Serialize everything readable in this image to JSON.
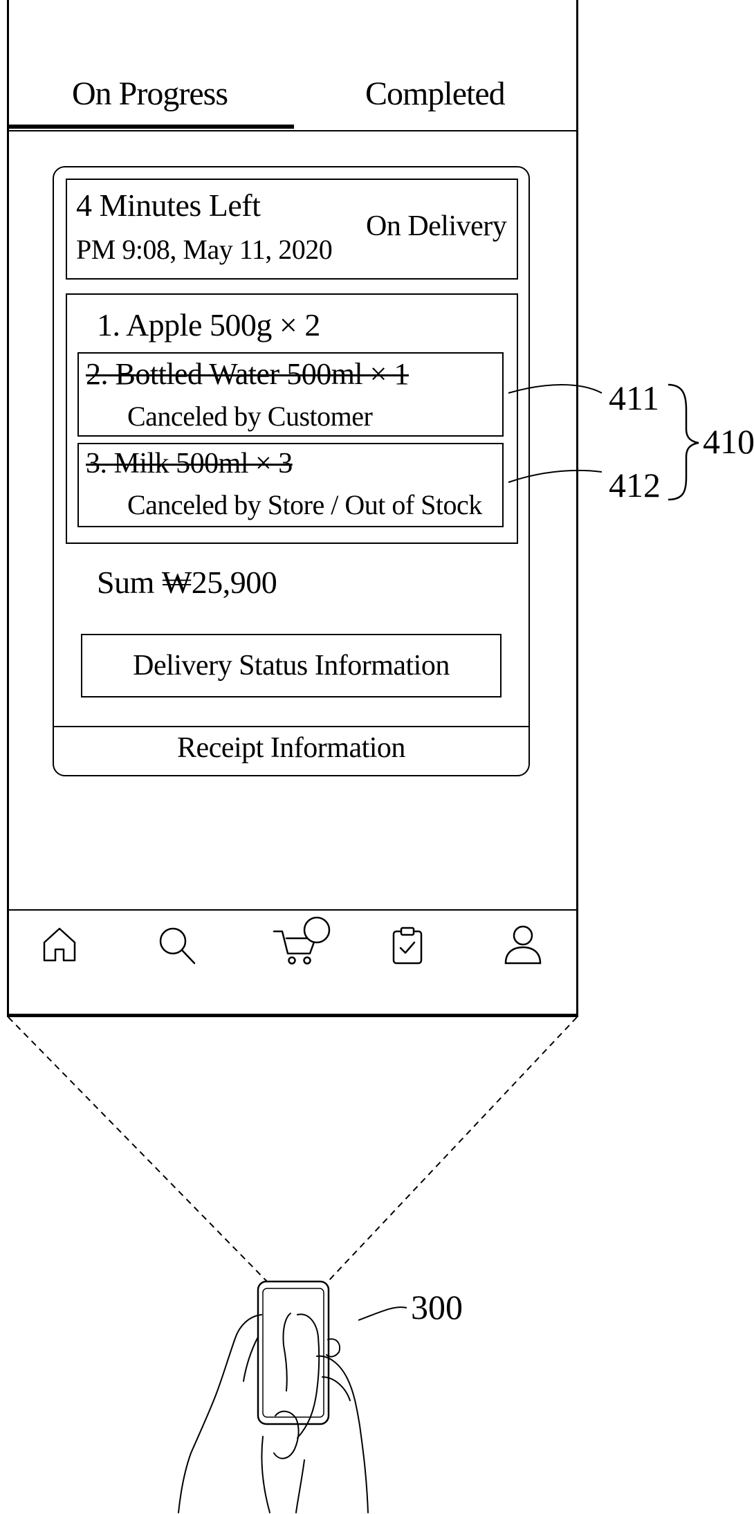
{
  "tabs": {
    "on_progress": "On Progress",
    "completed": "Completed"
  },
  "order": {
    "time_left": "4 Minutes Left",
    "datetime": "PM 9:08, May 11, 2020",
    "status": "On Delivery",
    "items": [
      {
        "text": "1. Apple 500g × 2"
      },
      {
        "text": "2. Bottled Water 500ml × 1",
        "note": "Canceled by Customer"
      },
      {
        "text": "3. Milk 500ml × 3",
        "note": "Canceled by Store / Out of Stock"
      }
    ],
    "sum": "Sum ₩25,900",
    "delivery_button": "Delivery Status Information",
    "receipt_button": "Receipt Information"
  },
  "bottom_nav": {
    "icons": [
      "home-icon",
      "search-icon",
      "cart-icon",
      "orders-icon",
      "profile-icon"
    ]
  },
  "reference_labels": {
    "r411": "411",
    "r412": "412",
    "r410": "410",
    "r300": "300"
  }
}
